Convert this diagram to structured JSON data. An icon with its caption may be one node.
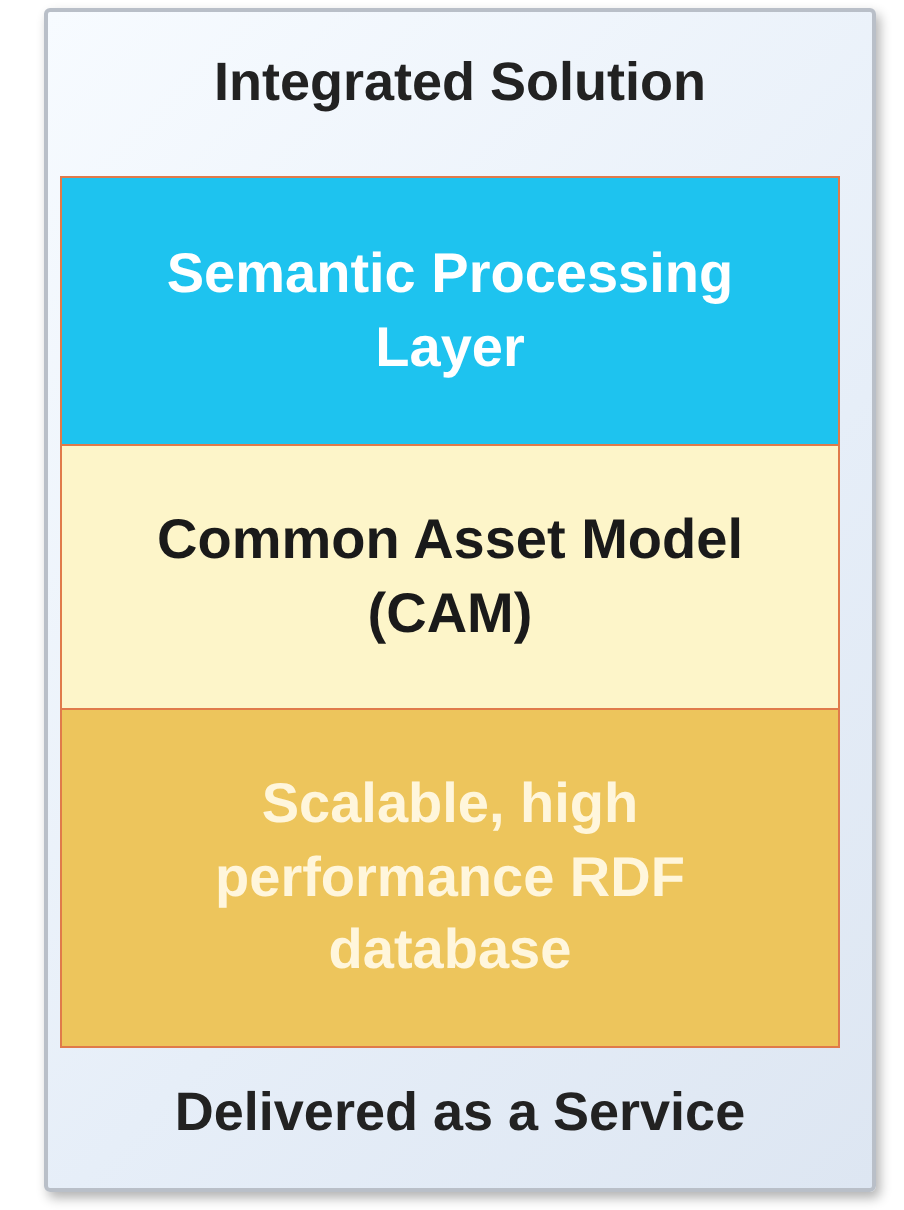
{
  "diagram": {
    "nodes": [
      {
        "text": [
          "Integrated Solution",
          "Delivered as a Service"
        ]
      },
      {
        "text": [
          "Semantic Processing Layer"
        ],
        "in": 0
      },
      {
        "text": [
          "Common Asset Model (CAM)"
        ],
        "in": 0
      },
      {
        "text": [
          "Scalable, high performance RDF database"
        ],
        "in": 0
      }
    ]
  }
}
